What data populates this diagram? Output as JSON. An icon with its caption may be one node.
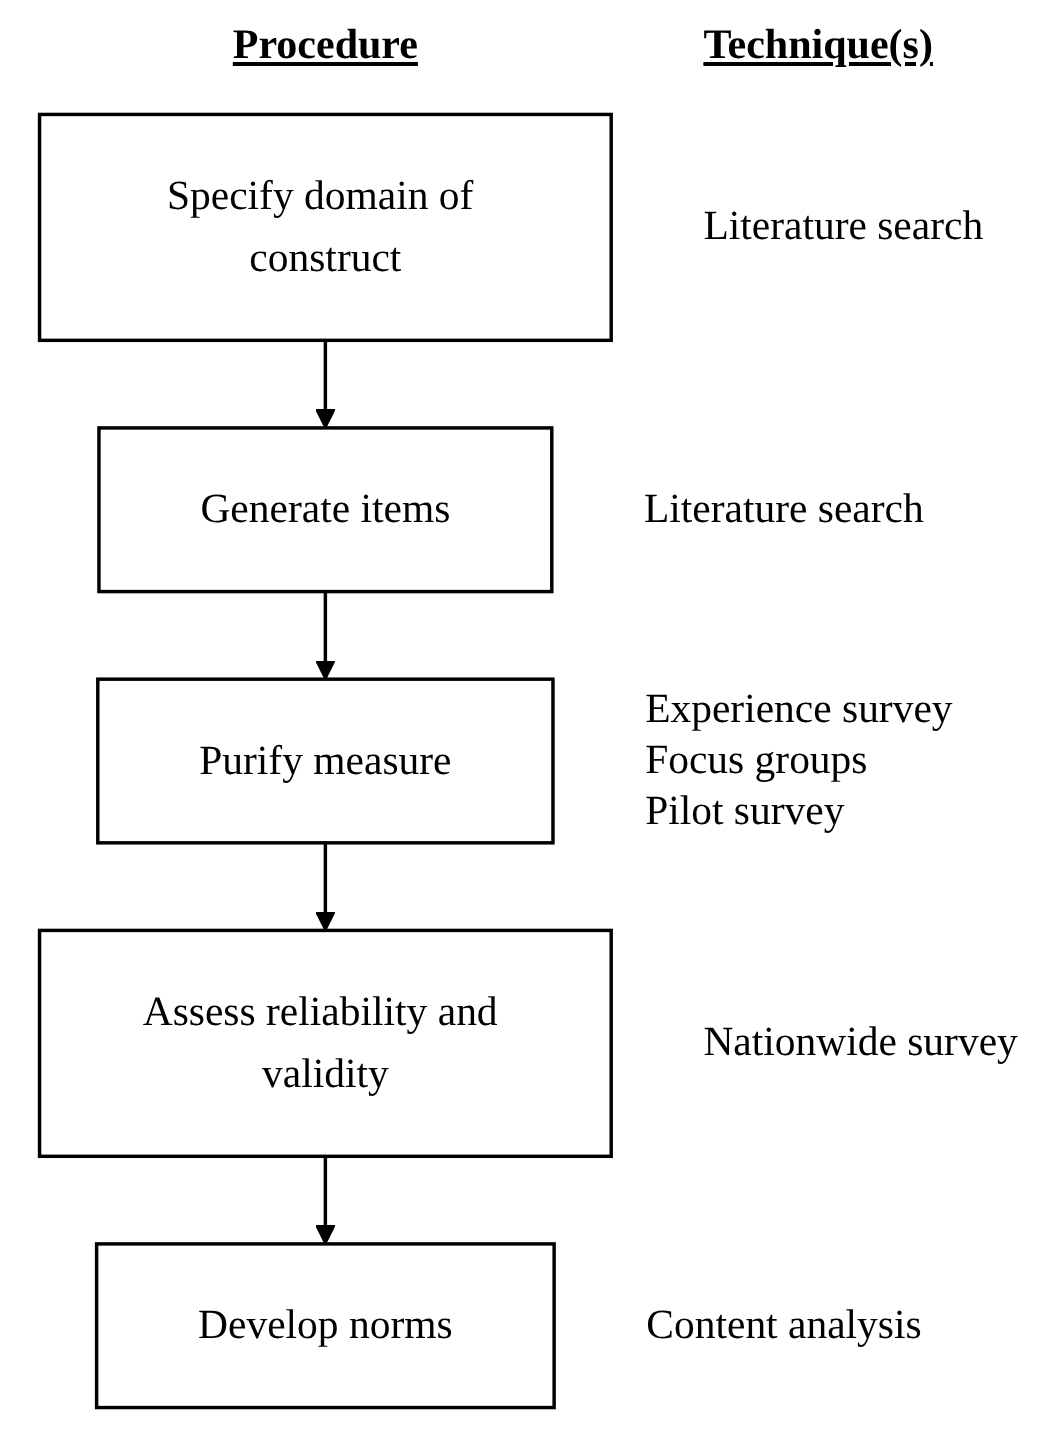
{
  "diagram": {
    "nodes": [
      {
        "text": [
          "Specify domain of construct"
        ],
        "beside": [
          "Literature search"
        ]
      },
      {
        "text": [
          "Generate items"
        ],
        "beside": [
          "Literature search"
        ]
      },
      {
        "text": [
          "Purify measure"
        ],
        "beside": [
          "Experience survey",
          "Focus groups",
          "Pilot survey"
        ]
      },
      {
        "text": [
          "Assess reliability and validity"
        ],
        "beside": [
          "Nationwide survey"
        ]
      },
      {
        "text": [
          "Develop norms"
        ],
        "beside": [
          "Content analysis"
        ]
      }
    ],
    "edges": [
      {
        "from": 0,
        "to": 1,
        "arrow": "to"
      },
      {
        "from": 1,
        "to": 2,
        "arrow": "to"
      },
      {
        "from": 2,
        "to": 3,
        "arrow": "to"
      },
      {
        "from": 3,
        "to": 4,
        "arrow": "to"
      }
    ],
    "labels": [
      "Procedure",
      "Technique(s)"
    ]
  }
}
